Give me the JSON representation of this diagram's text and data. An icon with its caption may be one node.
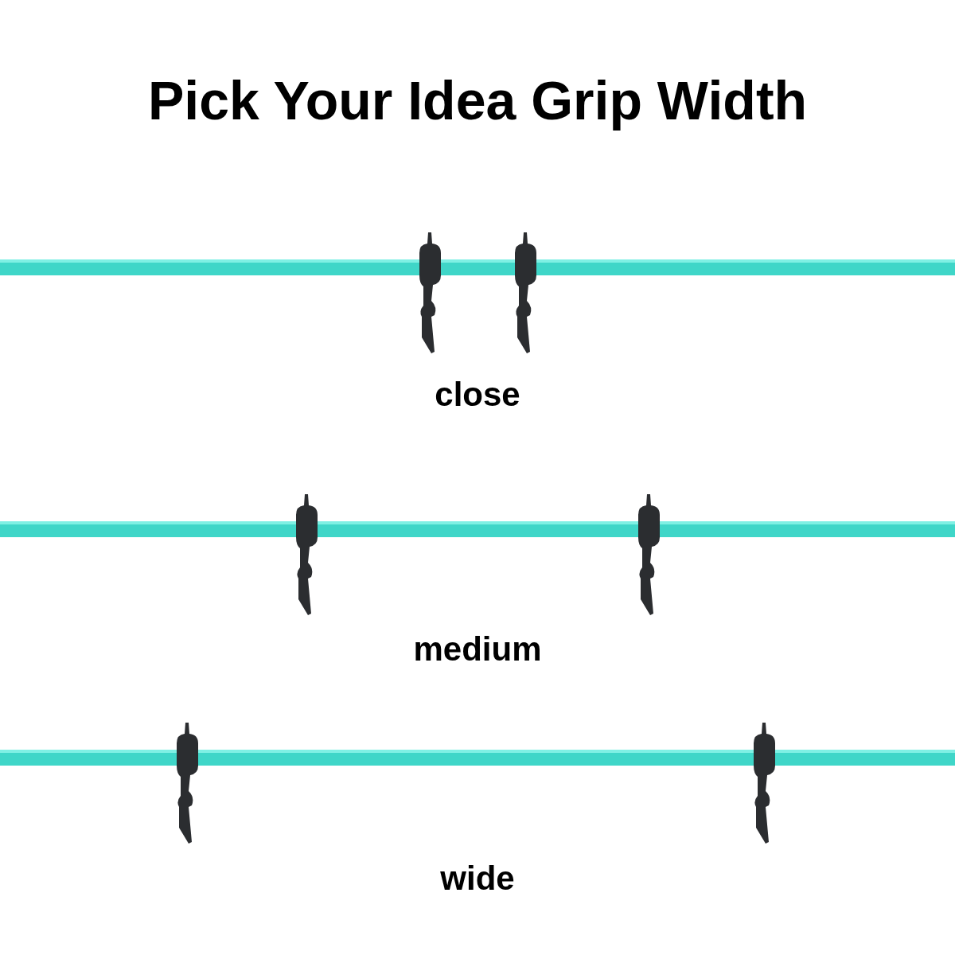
{
  "diagram": {
    "title": "Pick Your Idea Grip Width",
    "labels": [
      "close",
      "medium",
      "wide"
    ]
  }
}
